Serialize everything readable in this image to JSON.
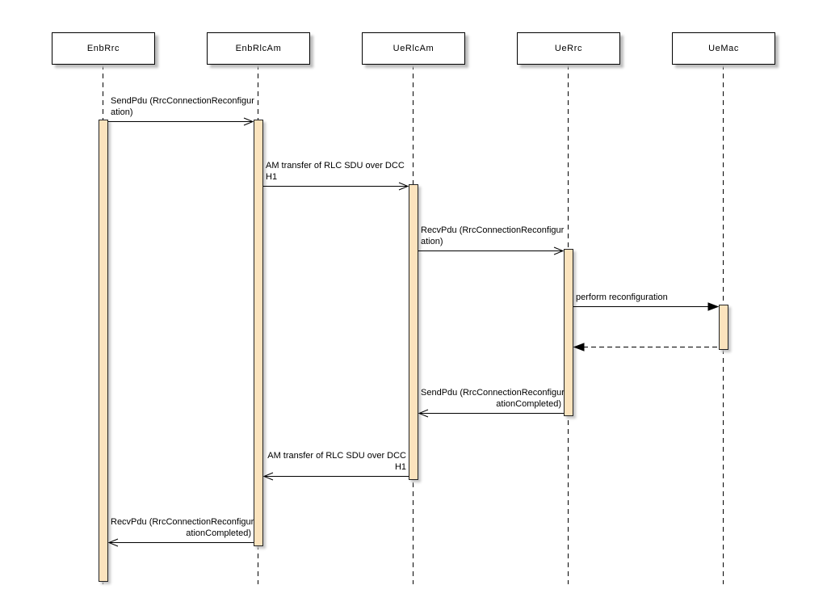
{
  "participants": [
    {
      "label": "EnbRrc"
    },
    {
      "label": "EnbRlcAm"
    },
    {
      "label": "UeRlcAm"
    },
    {
      "label": "UeRrc"
    },
    {
      "label": "UeMac"
    }
  ],
  "messages": [
    {
      "line1": "SendPdu (RrcConnectionReconfigur",
      "line2": "ation)",
      "from": "EnbRrc",
      "to": "EnbRlcAm",
      "style": "solid-open"
    },
    {
      "line1": "AM transfer of RLC SDU over DCC",
      "line2": "H1",
      "from": "EnbRlcAm",
      "to": "UeRlcAm",
      "style": "solid-open"
    },
    {
      "line1": "RecvPdu (RrcConnectionReconfigur",
      "line2": "ation)",
      "from": "UeRlcAm",
      "to": "UeRrc",
      "style": "solid-open"
    },
    {
      "line1": "perform reconfiguration",
      "from": "UeRrc",
      "to": "UeMac",
      "style": "solid-filled"
    },
    {
      "line1": "",
      "from": "UeMac",
      "to": "UeRrc",
      "style": "dashed-filled-return"
    },
    {
      "line1": "SendPdu (RrcConnectionReconfigur",
      "line2": "ationCompleted)",
      "from": "UeRrc",
      "to": "UeRlcAm",
      "style": "solid-open"
    },
    {
      "line1": "AM transfer of RLC SDU over DCC",
      "line2": "H1",
      "from": "UeRlcAm",
      "to": "EnbRlcAm",
      "style": "solid-open"
    },
    {
      "line1": "RecvPdu (RrcConnectionReconfigur",
      "line2": "ationCompleted)",
      "from": "EnbRlcAm",
      "to": "EnbRrc",
      "style": "solid-open"
    }
  ],
  "colors": {
    "activation_fill": "#FBE3BD",
    "line": "#000000",
    "box_fill": "#FFFFFF",
    "shadow": "#BDBDBD"
  }
}
